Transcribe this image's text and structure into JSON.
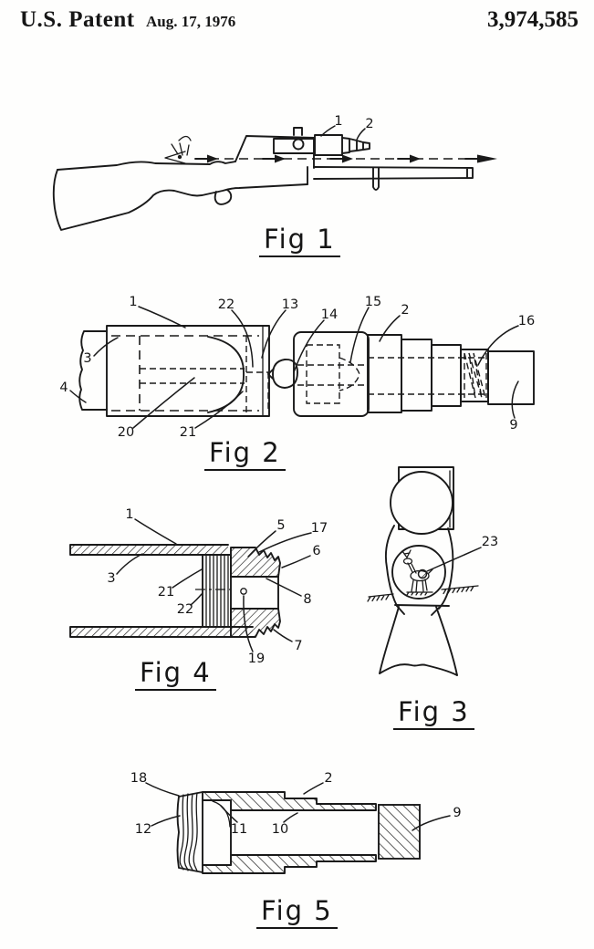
{
  "page": {
    "paper_color": "#fefefd",
    "ink_color": "#1a1a1a"
  },
  "header": {
    "title": "U.S. Patent",
    "date": "Aug. 17, 1976",
    "patent_number": "3,974,585"
  },
  "icons": {
    "shooter_eye": "eye-icon",
    "sight_line": "dashed-arrow-line"
  },
  "figures": {
    "fig1": {
      "caption": "Fig 1",
      "refs": {
        "r1": "1",
        "r2": "2"
      }
    },
    "fig2": {
      "caption": "Fig 2",
      "refs": {
        "r1": "1",
        "r2": "2",
        "r3": "3",
        "r4": "4",
        "r9": "9",
        "r13": "13",
        "r14": "14",
        "r15": "15",
        "r16": "16",
        "r20": "20",
        "r21": "21",
        "r22": "22"
      }
    },
    "fig3": {
      "caption": "Fig 3",
      "refs": {
        "r23": "23"
      }
    },
    "fig4": {
      "caption": "Fig 4",
      "refs": {
        "r1": "1",
        "r3": "3",
        "r5": "5",
        "r6": "6",
        "r7": "7",
        "r8": "8",
        "r17": "17",
        "r19": "19",
        "r21": "21",
        "r22": "22"
      }
    },
    "fig5": {
      "caption": "Fig 5",
      "refs": {
        "r2": "2",
        "r9": "9",
        "r10": "10",
        "r11": "11",
        "r12": "12",
        "r18": "18"
      }
    }
  }
}
